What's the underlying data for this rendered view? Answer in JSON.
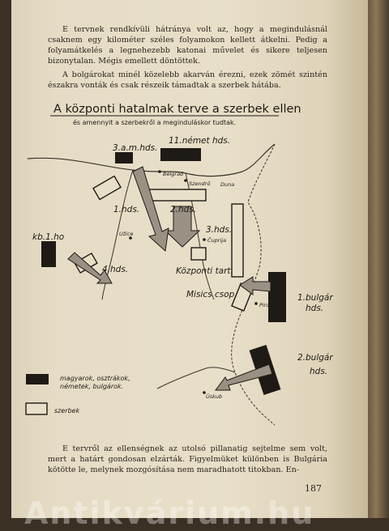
{
  "text_top": [
    "E tervnek rendkívüli hátránya volt az, hogy a megindulásnál csaknem egy kilométer széles folyamokon kellett átkelni. Pedig a folyamátkelés a legnehezebb katonai művelet és sikere teljesen bizonytalan. Mégis emellett döntöttek.",
    "A bolgárokat minél közelebb akarván érezni, ezek zömét szintén északra vonták és csak részeik támadtak a szerbek hátába."
  ],
  "map": {
    "title": "A központi hatalmak terve a szerbek ellen",
    "subtitle": "és amennyit a szerbekről a meginduláskor tudtak.",
    "unit_labels": {
      "german11": "11.német hds.",
      "am3": "3.a.m.hds.",
      "serb1": "1.hds.",
      "serb2": "2.hds.",
      "serb3": "3.hds.",
      "kb1": "kb.1.ho",
      "serb4": "4.hds.",
      "central": "Központi tart.",
      "misics": "Misics csop.",
      "bulg1": "1.bulgár hds.",
      "bulg2": "2.bulgár hds."
    },
    "place_names": {
      "belgrad": "Belgrád",
      "szendro": "Szendrő",
      "duna": "Duna",
      "uzice": "Užice",
      "cuprija": "Čuprija",
      "pirot": "Pirot",
      "uskub": "Üskub"
    },
    "legend": {
      "central_powers": "magyarok, osztrákok, németek, bulgárok",
      "serbs": "szerbek"
    },
    "colors": {
      "central_powers": "#1e1a15",
      "serbs": "#e8dfc9"
    }
  },
  "text_bottom": "E tervről az ellenségnek az utolsó pillanatig sejtelme sem volt, mert a határt gondosan elzárták. Figyelmüket különben is Bulgária kötötte le, melynek mozgósítása nem maradhatott titokban. En-",
  "page_number": "187",
  "watermark": "Antikvárium.hu"
}
